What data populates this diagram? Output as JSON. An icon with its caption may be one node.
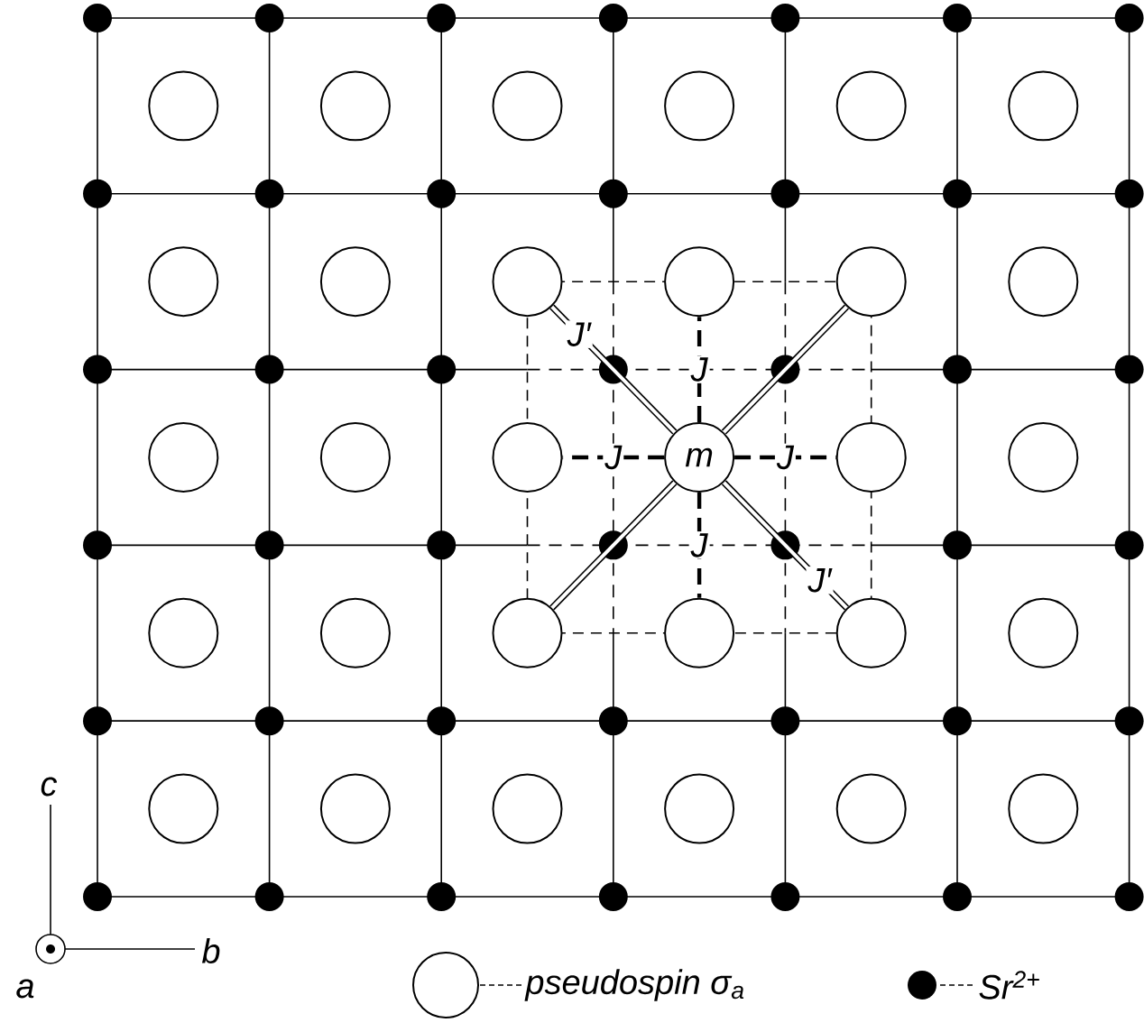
{
  "diagram": {
    "nodes": [
      {
        "text": [],
        "shape": "circle"
      },
      {
        "text": [],
        "shape": "circle"
      },
      {
        "text": [],
        "shape": "circle"
      },
      {
        "text": [],
        "shape": "circle"
      },
      {
        "text": [],
        "shape": "circle"
      },
      {
        "text": [],
        "shape": "circle"
      },
      {
        "text": [],
        "shape": "circle"
      },
      {
        "text": [],
        "shape": "circle"
      },
      {
        "text": [],
        "shape": "circle"
      },
      {
        "text": [],
        "shape": "circle"
      },
      {
        "text": [],
        "shape": "circle"
      },
      {
        "text": [],
        "shape": "circle"
      },
      {
        "text": [],
        "shape": "circle"
      },
      {
        "text": [],
        "shape": "circle"
      },
      {
        "text": [],
        "shape": "circle"
      },
      {
        "text": [
          "m"
        ]
      },
      {
        "text": [],
        "shape": "circle"
      },
      {
        "text": [],
        "shape": "circle"
      },
      {
        "text": [],
        "shape": "circle"
      },
      {
        "text": [],
        "shape": "circle"
      },
      {
        "text": [],
        "shape": "circle"
      },
      {
        "text": [],
        "shape": "circle"
      },
      {
        "text": [],
        "shape": "circle"
      },
      {
        "text": [],
        "shape": "circle"
      },
      {
        "text": [],
        "shape": "circle"
      },
      {
        "text": [],
        "shape": "circle"
      },
      {
        "text": [],
        "shape": "circle"
      },
      {
        "text": [],
        "shape": "circle"
      },
      {
        "text": [],
        "shape": "circle"
      },
      {
        "text": [],
        "shape": "circle"
      }
    ],
    "edges": [
      {
        "from": 15,
        "to": 9,
        "arrow": "none",
        "label": "J",
        "style": "dashed"
      },
      {
        "from": 15,
        "to": 14,
        "arrow": "none",
        "label": "J",
        "style": "dashed"
      },
      {
        "from": 15,
        "to": 16,
        "arrow": "none",
        "label": "J",
        "style": "dashed"
      },
      {
        "from": 15,
        "to": 21,
        "arrow": "none",
        "label": "J",
        "style": "dashed"
      },
      {
        "from": 15,
        "to": 8,
        "arrow": "none",
        "label": "J′"
      },
      {
        "from": 15,
        "to": 10,
        "arrow": "none"
      },
      {
        "from": 15,
        "to": 20,
        "arrow": "none"
      },
      {
        "from": 15,
        "to": 22,
        "arrow": "none",
        "label": "J′"
      }
    ],
    "labels": [
      "c",
      "b",
      "a"
    ],
    "legend": [
      {
        "text": "pseudospin σ$_{a}$"
      },
      {
        "text": "Sr$^{2+}$"
      }
    ]
  }
}
